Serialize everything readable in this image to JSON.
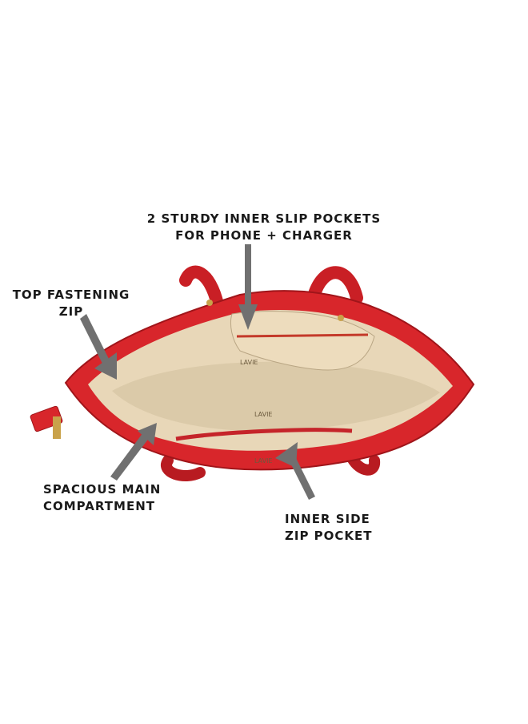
{
  "callouts": {
    "slip_pockets": {
      "line1": "2 STURDY INNER SLIP POCKETS",
      "line2": "FOR PHONE + CHARGER"
    },
    "top_zip": {
      "line1": "TOP FASTENING",
      "line2": "ZIP"
    },
    "main_compartment": {
      "line1": "SPACIOUS MAIN",
      "line2": "COMPARTMENT"
    },
    "side_zip_pocket": {
      "line1": "INNER SIDE",
      "line2": "ZIP POCKET"
    }
  },
  "lining_brand_text": "LAVIE",
  "colors": {
    "bag_red": "#d8262b",
    "lining_beige": "#e8d7b8",
    "arrow_grey": "#707070",
    "text": "#1a1a1a"
  },
  "icons": [
    "arrow-icon"
  ]
}
